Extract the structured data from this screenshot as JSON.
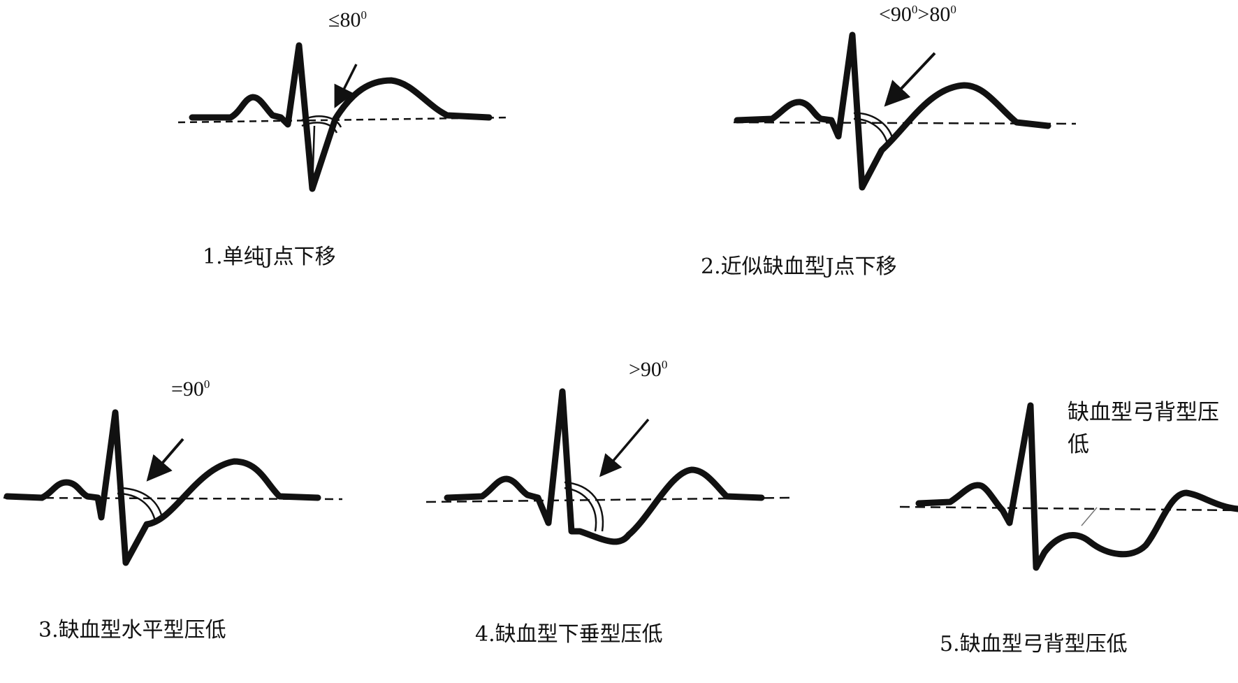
{
  "panels": [
    {
      "id": "p1",
      "caption": "1.单纯J点下移",
      "angle_rel": "≤80",
      "angle_sup": "0"
    },
    {
      "id": "p2",
      "caption": "2.近似缺血型J点下移",
      "angle_rel": "<90",
      "angle_sup": "0",
      "angle_rel2": ">80",
      "angle_sup2": "0"
    },
    {
      "id": "p3",
      "caption": "3.缺血型水平型压低",
      "angle_rel": "=90",
      "angle_sup": "0"
    },
    {
      "id": "p4",
      "caption": "4.缺血型下垂型压低",
      "angle_rel": ">90",
      "angle_sup": "0"
    },
    {
      "id": "p5",
      "caption": "5.缺血型弓背型压低",
      "note": "缺血型弓背型压低"
    }
  ],
  "colors": {
    "ink": "#111111",
    "background": "#ffffff"
  }
}
